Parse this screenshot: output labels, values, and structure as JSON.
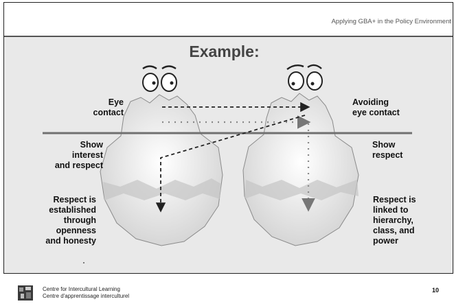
{
  "header": {
    "title": "Applying GBA+ in the Policy Environment"
  },
  "slide": {
    "title": "Example:"
  },
  "labels": {
    "left_top": "Eye\ncontact",
    "left_mid": "Show\ninterest\nand respect",
    "left_bottom": "Respect is\nestablished\nthrough\nopenness\nand honesty",
    "right_top": "Avoiding\neye contact",
    "right_mid": "Show\nrespect",
    "right_bottom": "Respect is\nlinked to\nhierarchy,\nclass, and\npower"
  },
  "footer": {
    "org_en": "Centre for Intercultural Learning",
    "org_fr": "Centre d'apprentissage interculturel",
    "page_number": "10"
  },
  "colors": {
    "background": "#e9e9e9",
    "water_line": "#707070",
    "iceberg": "#dedede",
    "band": "#b8b8b8"
  }
}
